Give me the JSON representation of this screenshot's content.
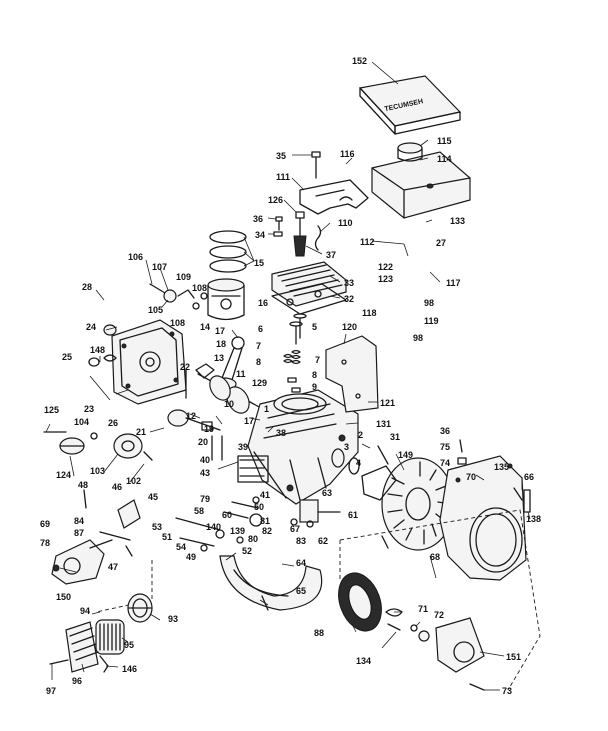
{
  "callouts": [
    {
      "id": "152",
      "t": "152"
    },
    {
      "id": "115",
      "t": "115"
    },
    {
      "id": "114",
      "t": "114"
    },
    {
      "id": "35",
      "t": "35"
    },
    {
      "id": "116",
      "t": "116"
    },
    {
      "id": "111",
      "t": "111"
    },
    {
      "id": "126",
      "t": "126"
    },
    {
      "id": "110",
      "t": "110"
    },
    {
      "id": "36a",
      "t": "36"
    },
    {
      "id": "34",
      "t": "34"
    },
    {
      "id": "37",
      "t": "37"
    },
    {
      "id": "133",
      "t": "133"
    },
    {
      "id": "27",
      "t": "27"
    },
    {
      "id": "112",
      "t": "112"
    },
    {
      "id": "122",
      "t": "122"
    },
    {
      "id": "123",
      "t": "123"
    },
    {
      "id": "117",
      "t": "117"
    },
    {
      "id": "33",
      "t": "33"
    },
    {
      "id": "32",
      "t": "32"
    },
    {
      "id": "98a",
      "t": "98"
    },
    {
      "id": "118",
      "t": "118"
    },
    {
      "id": "119",
      "t": "119"
    },
    {
      "id": "98b",
      "t": "98"
    },
    {
      "id": "15",
      "t": "15"
    },
    {
      "id": "106",
      "t": "106"
    },
    {
      "id": "107",
      "t": "107"
    },
    {
      "id": "109",
      "t": "109"
    },
    {
      "id": "108a",
      "t": "108"
    },
    {
      "id": "28",
      "t": "28"
    },
    {
      "id": "105",
      "t": "105"
    },
    {
      "id": "108b",
      "t": "108"
    },
    {
      "id": "14",
      "t": "14"
    },
    {
      "id": "16",
      "t": "16"
    },
    {
      "id": "24",
      "t": "24"
    },
    {
      "id": "17a",
      "t": "17"
    },
    {
      "id": "6",
      "t": "6"
    },
    {
      "id": "5",
      "t": "5"
    },
    {
      "id": "120",
      "t": "120"
    },
    {
      "id": "148",
      "t": "148"
    },
    {
      "id": "18",
      "t": "18"
    },
    {
      "id": "7a",
      "t": "7"
    },
    {
      "id": "7b",
      "t": "7"
    },
    {
      "id": "25",
      "t": "25"
    },
    {
      "id": "13",
      "t": "13"
    },
    {
      "id": "8a",
      "t": "8"
    },
    {
      "id": "8b",
      "t": "8"
    },
    {
      "id": "22",
      "t": "22"
    },
    {
      "id": "11",
      "t": "11"
    },
    {
      "id": "9",
      "t": "9"
    },
    {
      "id": "129",
      "t": "129"
    },
    {
      "id": "23",
      "t": "23"
    },
    {
      "id": "26",
      "t": "26"
    },
    {
      "id": "121",
      "t": "121"
    },
    {
      "id": "125",
      "t": "125"
    },
    {
      "id": "12",
      "t": "12"
    },
    {
      "id": "10",
      "t": "10"
    },
    {
      "id": "1",
      "t": "1"
    },
    {
      "id": "17b",
      "t": "17"
    },
    {
      "id": "131",
      "t": "131"
    },
    {
      "id": "104",
      "t": "104"
    },
    {
      "id": "19",
      "t": "19"
    },
    {
      "id": "21",
      "t": "21"
    },
    {
      "id": "38",
      "t": "38"
    },
    {
      "id": "2",
      "t": "2"
    },
    {
      "id": "36b",
      "t": "36"
    },
    {
      "id": "39",
      "t": "39"
    },
    {
      "id": "20",
      "t": "20"
    },
    {
      "id": "3",
      "t": "3"
    },
    {
      "id": "31",
      "t": "31"
    },
    {
      "id": "75",
      "t": "75"
    },
    {
      "id": "4",
      "t": "4"
    },
    {
      "id": "149",
      "t": "149"
    },
    {
      "id": "103",
      "t": "103"
    },
    {
      "id": "124",
      "t": "124"
    },
    {
      "id": "40",
      "t": "40"
    },
    {
      "id": "43",
      "t": "43"
    },
    {
      "id": "102",
      "t": "102"
    },
    {
      "id": "74",
      "t": "74"
    },
    {
      "id": "135",
      "t": "135"
    },
    {
      "id": "66",
      "t": "66"
    },
    {
      "id": "70",
      "t": "70"
    },
    {
      "id": "48",
      "t": "48"
    },
    {
      "id": "46",
      "t": "46"
    },
    {
      "id": "45",
      "t": "45"
    },
    {
      "id": "41",
      "t": "41"
    },
    {
      "id": "79",
      "t": "79"
    },
    {
      "id": "50",
      "t": "50"
    },
    {
      "id": "63",
      "t": "63"
    },
    {
      "id": "138",
      "t": "138"
    },
    {
      "id": "84",
      "t": "84"
    },
    {
      "id": "58",
      "t": "58"
    },
    {
      "id": "60",
      "t": "60"
    },
    {
      "id": "81",
      "t": "81"
    },
    {
      "id": "61",
      "t": "61"
    },
    {
      "id": "69",
      "t": "69"
    },
    {
      "id": "87",
      "t": "87"
    },
    {
      "id": "53",
      "t": "53"
    },
    {
      "id": "140",
      "t": "140"
    },
    {
      "id": "139",
      "t": "139"
    },
    {
      "id": "82",
      "t": "82"
    },
    {
      "id": "67",
      "t": "67"
    },
    {
      "id": "83",
      "t": "83"
    },
    {
      "id": "62",
      "t": "62"
    },
    {
      "id": "51",
      "t": "51"
    },
    {
      "id": "80",
      "t": "80"
    },
    {
      "id": "78",
      "t": "78"
    },
    {
      "id": "54",
      "t": "54"
    },
    {
      "id": "52",
      "t": "52"
    },
    {
      "id": "49",
      "t": "49"
    },
    {
      "id": "47",
      "t": "47"
    },
    {
      "id": "64",
      "t": "64"
    },
    {
      "id": "68",
      "t": "68"
    },
    {
      "id": "150",
      "t": "150"
    },
    {
      "id": "65",
      "t": "65"
    },
    {
      "id": "94",
      "t": "94"
    },
    {
      "id": "93",
      "t": "93"
    },
    {
      "id": "71",
      "t": "71"
    },
    {
      "id": "72",
      "t": "72"
    },
    {
      "id": "88",
      "t": "88"
    },
    {
      "id": "95",
      "t": "95"
    },
    {
      "id": "134",
      "t": "134"
    },
    {
      "id": "151",
      "t": "151"
    },
    {
      "id": "146",
      "t": "146"
    },
    {
      "id": "97",
      "t": "97"
    },
    {
      "id": "96",
      "t": "96"
    },
    {
      "id": "73",
      "t": "73"
    }
  ]
}
